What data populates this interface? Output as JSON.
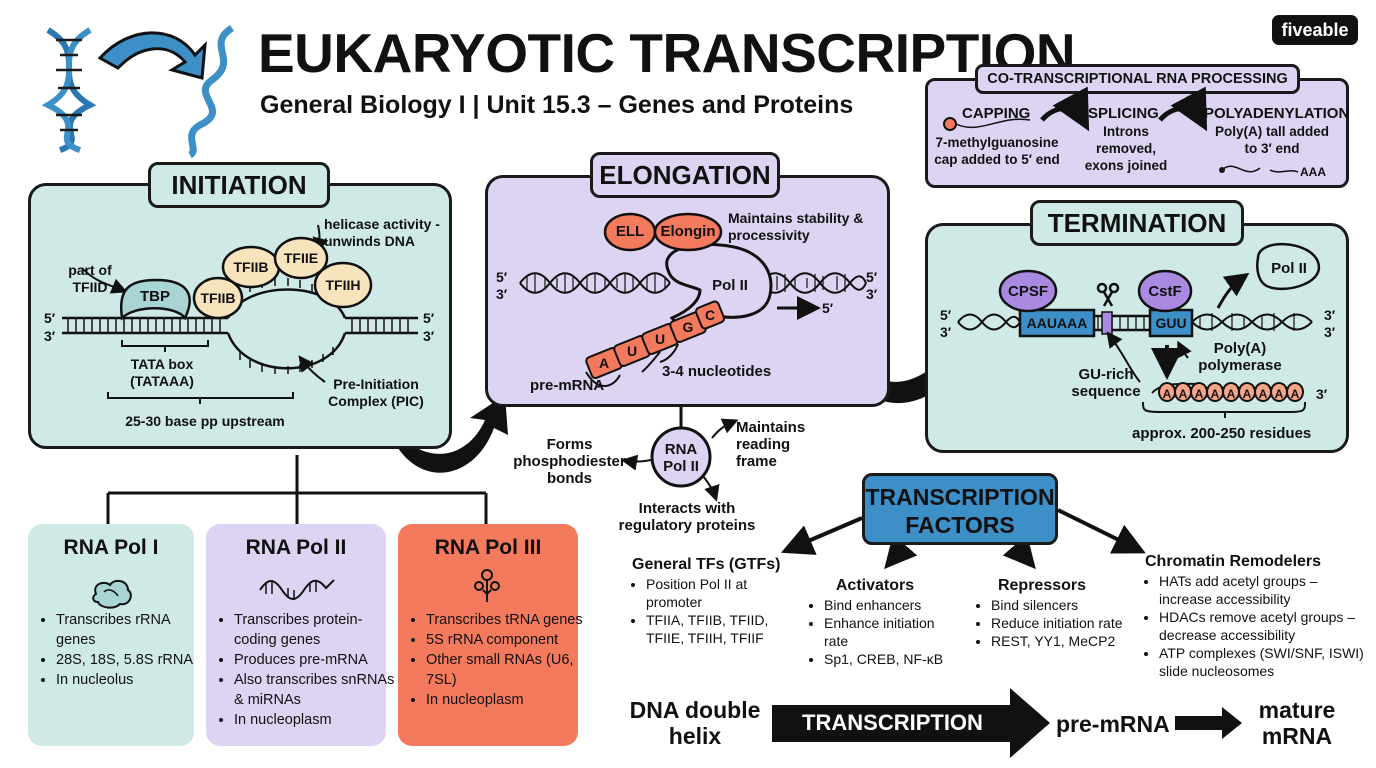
{
  "brand": "fiveable",
  "title": "EUKARYOTIC TRANSCRIPTION",
  "subtitle": "General Biology I | Unit 15.3 – Genes and Proteins",
  "colors": {
    "teal": "#cfe9e7",
    "lavender": "#ddd4f3",
    "salmon": "#f47a5d",
    "blue": "#3d8fc7",
    "cream": "#f7e4bc",
    "purple": "#a98ae0"
  },
  "initiation": {
    "title": "INITIATION",
    "factors": [
      "TBP",
      "TFIIB",
      "TFIIB",
      "TFIIE",
      "TFIIH"
    ],
    "part_of_tfiid": "part of TFIID",
    "helicase": "helicase activity - unwinds DNA",
    "tata_box": "TATA box (TATAAA)",
    "pic": "Pre-Initiation Complex (PIC)",
    "upstream": "25-30 base pp upstream",
    "strand_5": "5′",
    "strand_3": "3′"
  },
  "elongation": {
    "title": "ELONGATION",
    "ell": "ELL",
    "elongin": "Elongin",
    "stability": "Maintains stability & processivity",
    "pol": "Pol II",
    "direction": "5′",
    "bases": [
      "A",
      "U",
      "U",
      "G",
      "C"
    ],
    "premrna": "pre-mRNA",
    "nucleotides": "3-4 nucleotides",
    "strand_5": "5′",
    "strand_3": "3′"
  },
  "rna_pol_center": {
    "label": "RNA Pol II",
    "reading_frame": "Maintains reading frame",
    "phosphodiester": "Forms phosphodiester bonds",
    "regulatory": "Interacts with regulatory proteins"
  },
  "processing": {
    "title": "CO-TRANSCRIPTIONAL RNA PROCESSING",
    "capping": "CAPPING",
    "capping_desc": "7-methylguanosine cap added to 5′ end",
    "splicing": "SPLICING",
    "splicing_desc": "Introns removed, exons joined",
    "polyadenylation": "POLYADENYLATION",
    "polyadenylation_desc": "Poly(A) tall added to 3′ end",
    "aaa": "AAA"
  },
  "termination": {
    "title": "TERMINATION",
    "cpsf": "CPSF",
    "cstf": "CstF",
    "pol": "Pol II",
    "aauaaa": "AAUAAA",
    "guu": "GUU",
    "polya_polymerase": "Poly(A) polymerase",
    "gu_rich": "GU-rich sequence",
    "tail": [
      "A",
      "A",
      "A",
      "A",
      "A",
      "A",
      "A",
      "A",
      "A"
    ],
    "residues": "approx. 200-250 residues",
    "strand_5": "5′",
    "strand_3": "3′"
  },
  "polymerases": [
    {
      "title": "RNA Pol I",
      "items": [
        "Transcribes rRNA genes",
        "28S, 18S, 5.8S rRNA",
        "In nucleolus"
      ]
    },
    {
      "title": "RNA Pol II",
      "items": [
        "Transcribes protein-coding genes",
        "Produces pre-mRNA",
        "Also transcribes snRNAs & miRNAs",
        "In nucleoplasm"
      ]
    },
    {
      "title": "RNA Pol III",
      "items": [
        "Transcribes tRNA genes",
        "5S rRNA component",
        "Other small RNAs (U6, 7SL)",
        "In nucleoplasm"
      ]
    }
  ],
  "transcription_factors": {
    "title": "TRANSCRIPTION FACTORS",
    "general": {
      "title": "General TFs (GTFs)",
      "items": [
        "Position Pol II at promoter",
        "TFIIA, TFIIB, TFIID, TFIIE, TFIIH, TFIIF"
      ]
    },
    "activators": {
      "title": "Activators",
      "items": [
        "Bind enhancers",
        "Enhance initiation rate",
        "Sp1, CREB, NF-κB"
      ]
    },
    "repressors": {
      "title": "Repressors",
      "items": [
        "Bind silencers",
        "Reduce initiation rate",
        "REST, YY1, MeCP2"
      ]
    },
    "chromatin": {
      "title": "Chromatin Remodelers",
      "items": [
        "HATs add acetyl groups – increase accessibility",
        "HDACs remove acetyl groups – decrease accessibility",
        "ATP complexes (SWI/SNF, ISWI) slide nucleosomes"
      ]
    }
  },
  "flow": {
    "dna": "DNA double helix",
    "transcription": "TRANSCRIPTION",
    "premrna": "pre-mRNA",
    "mature": "mature mRNA"
  }
}
